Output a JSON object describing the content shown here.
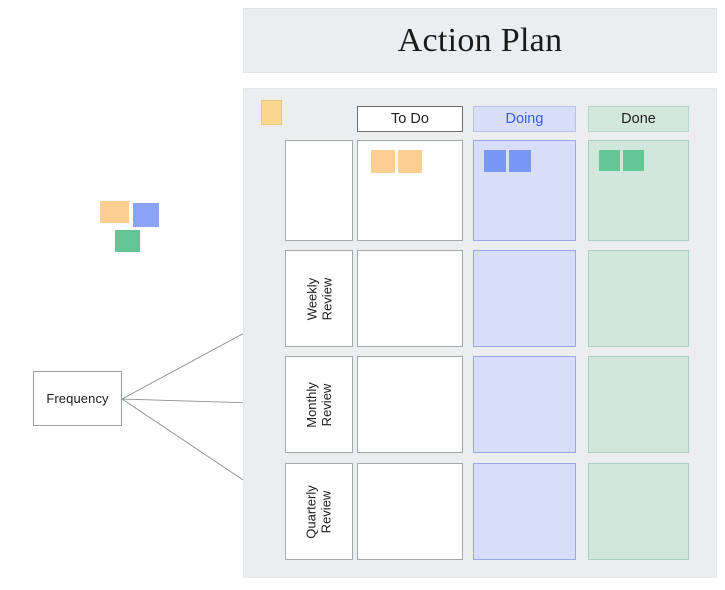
{
  "title": {
    "text": "Action Plan"
  },
  "canvas": {
    "frequency_node": {
      "label": "Frequency"
    },
    "mini_notes": [
      {
        "name": "mini-note-orange",
        "color": "#fbcf91",
        "text": ""
      },
      {
        "name": "mini-note-blue",
        "color": "#8aa2f7",
        "text": ""
      },
      {
        "name": "mini-note-green",
        "color": "#63c795",
        "text": ""
      }
    ]
  },
  "board": {
    "note_thumbnail": {
      "color": "#fbd88f",
      "text": ""
    },
    "columns": [
      {
        "key": "todo",
        "label": "To Do",
        "bg": "#ffffff",
        "border": "#6f6f6f",
        "text_color": "#202124"
      },
      {
        "key": "doing",
        "label": "Doing",
        "bg": "#d9def8",
        "border": "#b8c0ee",
        "text_color": "#3b5bf0"
      },
      {
        "key": "done",
        "label": "Done",
        "bg": "#d3e8dd",
        "border": "#b7d6c8",
        "text_color": "#202124"
      }
    ],
    "rows": [
      {
        "key": "row-1",
        "label": ""
      },
      {
        "key": "weekly",
        "label": "Weekly\nReview",
        "line1": "Weekly",
        "line2": "Review"
      },
      {
        "key": "monthly",
        "label": "Monthly\nReview",
        "line1": "Monthly",
        "line2": "Review"
      },
      {
        "key": "quarterly",
        "label": "Quarterly\nReview",
        "line1": "Quarterly",
        "line2": "Review"
      }
    ],
    "cards": {
      "todo": [
        {
          "text": ""
        },
        {
          "text": ""
        }
      ],
      "doing": [
        {
          "text": ""
        },
        {
          "text": ""
        }
      ],
      "done": [
        {
          "text": ""
        },
        {
          "text": ""
        }
      ]
    }
  },
  "colors": {
    "panel_bg": "#ebedef",
    "page_bg": "#ffffff",
    "orange": "#fbcf91",
    "blue": "#7b97f5",
    "green": "#63c795",
    "doing_fill": "#d9def8",
    "done_fill": "#d1e7dc",
    "connector": "#8b8f94"
  }
}
